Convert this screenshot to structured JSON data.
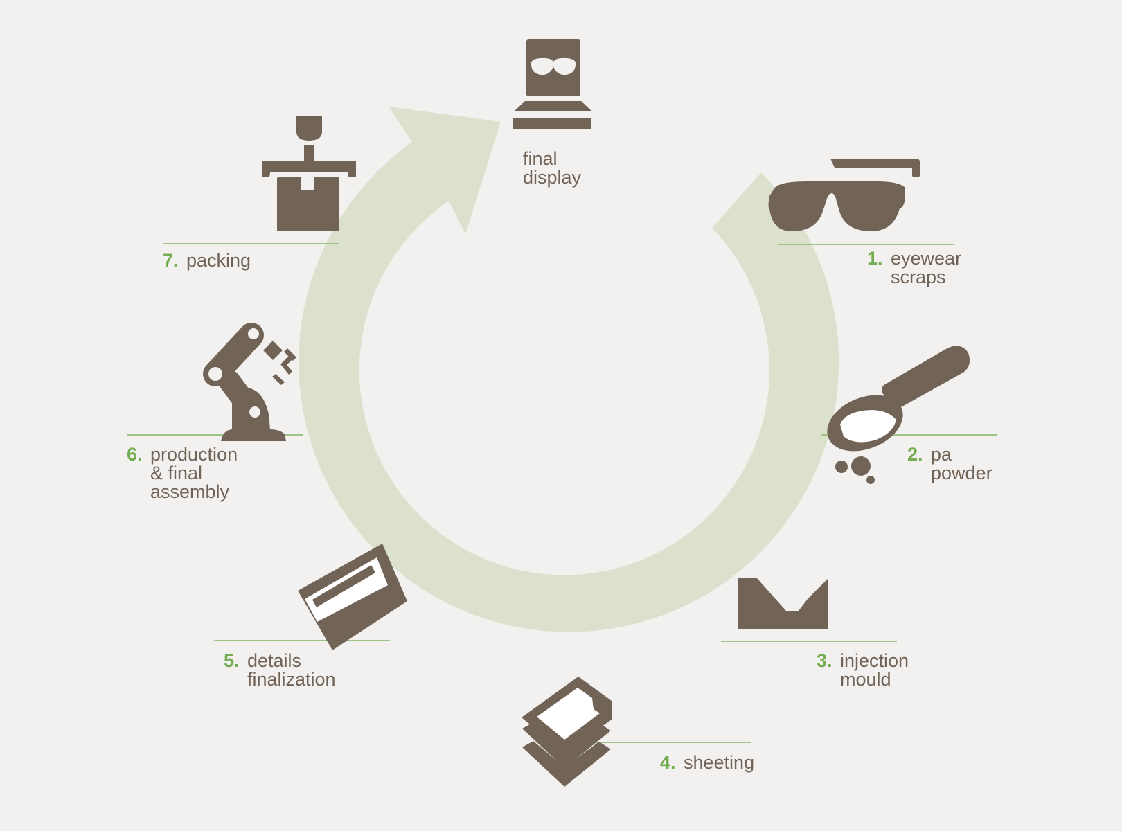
{
  "diagram": {
    "colors": {
      "background": "#f2f1ef",
      "ring": "#dbe1cd",
      "icon": "#726357",
      "accent_green": "#74ad51",
      "divider": "#9dc484"
    },
    "steps": [
      {
        "number": "1.",
        "lines": [
          "eyewear",
          "scraps"
        ],
        "icon": "sunglasses-icon"
      },
      {
        "number": "2.",
        "lines": [
          "pa",
          "powder"
        ],
        "icon": "scoop-powder-icon"
      },
      {
        "number": "3.",
        "lines": [
          "injection",
          "mould"
        ],
        "icon": "mould-icon"
      },
      {
        "number": "4.",
        "lines": [
          "sheeting"
        ],
        "icon": "sheet-stack-icon"
      },
      {
        "number": "5.",
        "lines": [
          "details",
          "finalization"
        ],
        "icon": "sanding-block-icon"
      },
      {
        "number": "6.",
        "lines": [
          "production",
          "& final",
          "assembly"
        ],
        "icon": "robot-arm-icon"
      },
      {
        "number": "7.",
        "lines": [
          "packing"
        ],
        "icon": "packing-machine-icon"
      }
    ],
    "final": {
      "lines": [
        "final",
        "display"
      ],
      "icon": "display-stand-icon"
    }
  }
}
